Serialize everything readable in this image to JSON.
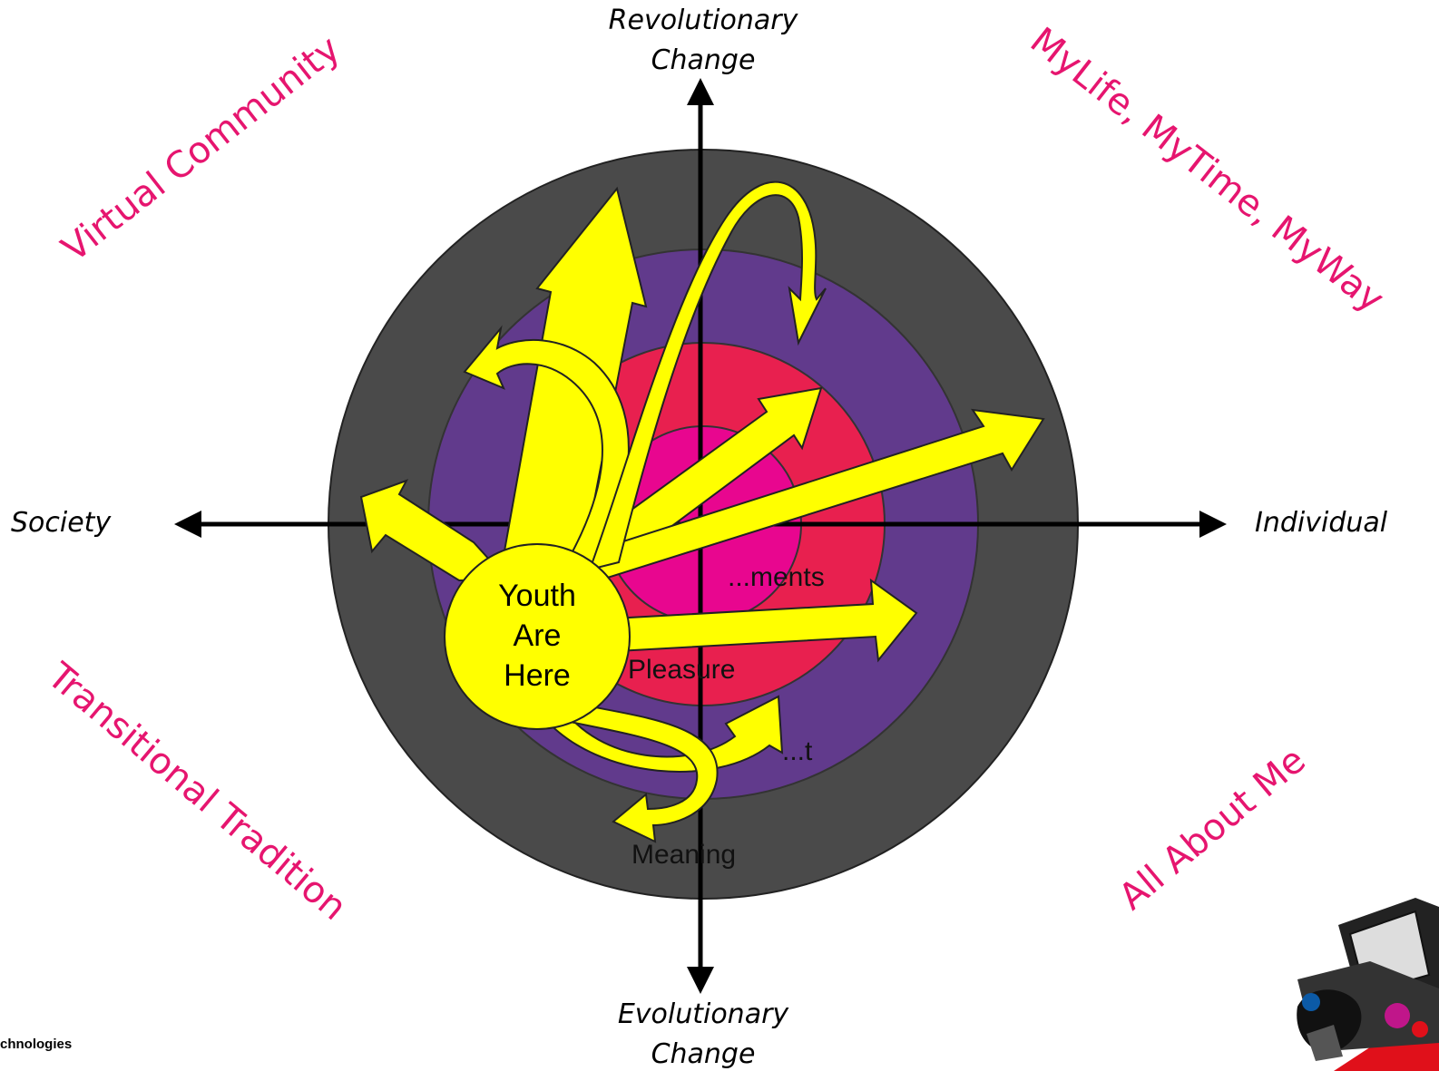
{
  "axes": {
    "top": [
      "Revolutionary",
      "Change"
    ],
    "bottom": [
      "Evolutionary",
      "Change"
    ],
    "left": "Society",
    "right": "Individual"
  },
  "quadrants": {
    "top_left": "Virtual Community",
    "top_right": "MyLife, MyTime, MyWay",
    "bottom_left": "Transitional Tradition",
    "bottom_right": "All About Me"
  },
  "rings": {
    "inner_partial": "...ments",
    "pleasure": "Pleasure",
    "entertainment_partial": "...t",
    "meaning": "Meaning"
  },
  "center_label": [
    "Youth",
    "Are",
    "Here"
  ],
  "footer_text": "chnologies",
  "colors": {
    "outer_ring": "#4a4a4a",
    "purple_ring": "#613a8c",
    "red_ring": "#e8204f",
    "inner_ring": "#e8068f",
    "arrow_fill": "#ffff00",
    "quadrant_text": "#e6156f"
  }
}
